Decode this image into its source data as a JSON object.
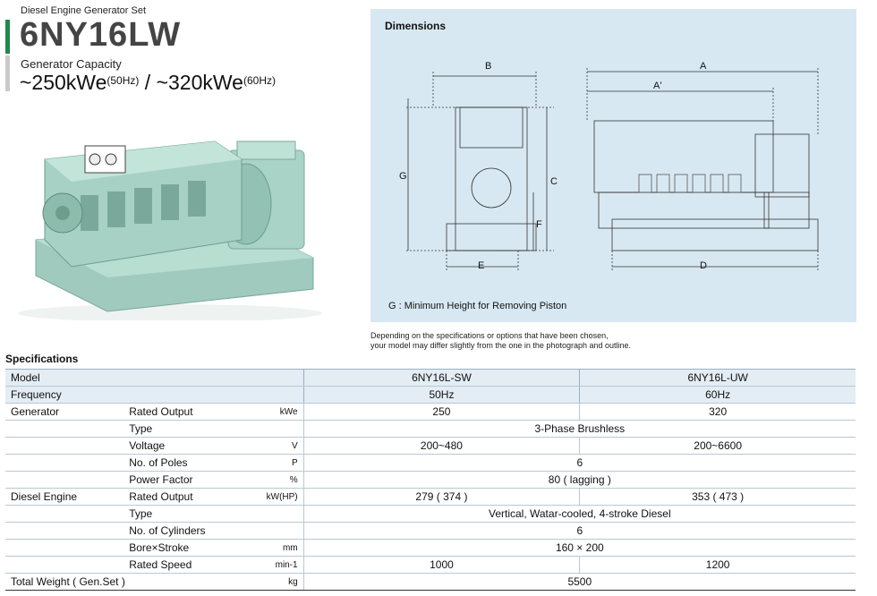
{
  "header": {
    "series": "Diesel Engine Generator Set",
    "model": "6NY16LW",
    "capacity_label": "Generator Capacity",
    "cap_50": "~250kWe",
    "hz_50": "(50Hz)",
    "sep": " / ",
    "cap_60": "~320kWe",
    "hz_60": "(60Hz)"
  },
  "dimensions": {
    "title": "Dimensions",
    "labels": {
      "A": "A",
      "A_prime": "A'",
      "B": "B",
      "C": "C",
      "D": "D",
      "E": "E",
      "F": "F",
      "G": "G"
    },
    "note": "G : Minimum Height for Removing Piston"
  },
  "disclaimer": {
    "line1": "Depending on the specifications or options that have been chosen,",
    "line2": "your model may differ slightly from the one in the photograph and outline."
  },
  "specs": {
    "heading": "Specifications",
    "rows": [
      {
        "cat": "Model",
        "item": "",
        "unit": "",
        "v1": "6NY16L-SW",
        "v2": "6NY16L-UW",
        "shaded": true
      },
      {
        "cat": "Frequency",
        "item": "",
        "unit": "",
        "v1": "50Hz",
        "v2": "60Hz",
        "shaded": true
      },
      {
        "cat": "Generator",
        "item": "Rated Output",
        "unit": "kWe",
        "v1": "250",
        "v2": "320"
      },
      {
        "cat": "",
        "item": "Type",
        "unit": "",
        "merged": "3-Phase Brushless"
      },
      {
        "cat": "",
        "item": "Voltage",
        "unit": "V",
        "v1": "200~480",
        "v2": "200~6600"
      },
      {
        "cat": "",
        "item": "No. of Poles",
        "unit": "P",
        "merged": "6"
      },
      {
        "cat": "",
        "item": "Power Factor",
        "unit": "%",
        "merged": "80 ( lagging )"
      },
      {
        "cat": "Diesel Engine",
        "item": "Rated Output",
        "unit": "kW(HP)",
        "v1": "279 ( 374 )",
        "v2": "353 ( 473 )"
      },
      {
        "cat": "",
        "item": "Type",
        "unit": "",
        "merged": "Vertical, Watar-cooled, 4-stroke Diesel"
      },
      {
        "cat": "",
        "item": "No. of Cylinders",
        "unit": "",
        "merged": "6"
      },
      {
        "cat": "",
        "item": "Bore×Stroke",
        "unit": "mm",
        "merged": "160 × 200"
      },
      {
        "cat": "",
        "item": "Rated Speed",
        "unit": "min-1",
        "v1": "1000",
        "v2": "1200"
      },
      {
        "cat": "Total Weight ( Gen.Set )",
        "item": "",
        "unit": "kg",
        "merged": "5500"
      }
    ]
  }
}
